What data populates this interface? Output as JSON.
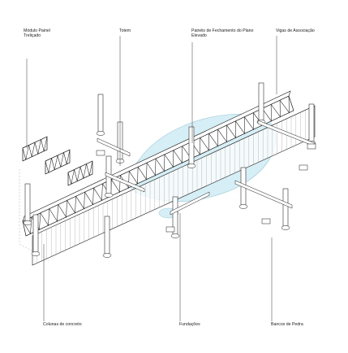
{
  "labels": {
    "modulo_painel": [
      "Módulo Painel",
      "Treliçado"
    ],
    "totem": "Totem",
    "paineis": [
      "Painéis de Fechamento do Plano",
      "Elevado"
    ],
    "vigas": "Vigas de Associação",
    "colunas": "Colunas de concreto",
    "fundacoes": "Fundações",
    "bancos": "Bancos de Pedra"
  },
  "colors": {
    "line": "#1a1a1a",
    "light_line": "#8a8a8a",
    "water": "#d6eef5",
    "water_edge": "#9cc7d6",
    "panel": "#ffffff"
  }
}
